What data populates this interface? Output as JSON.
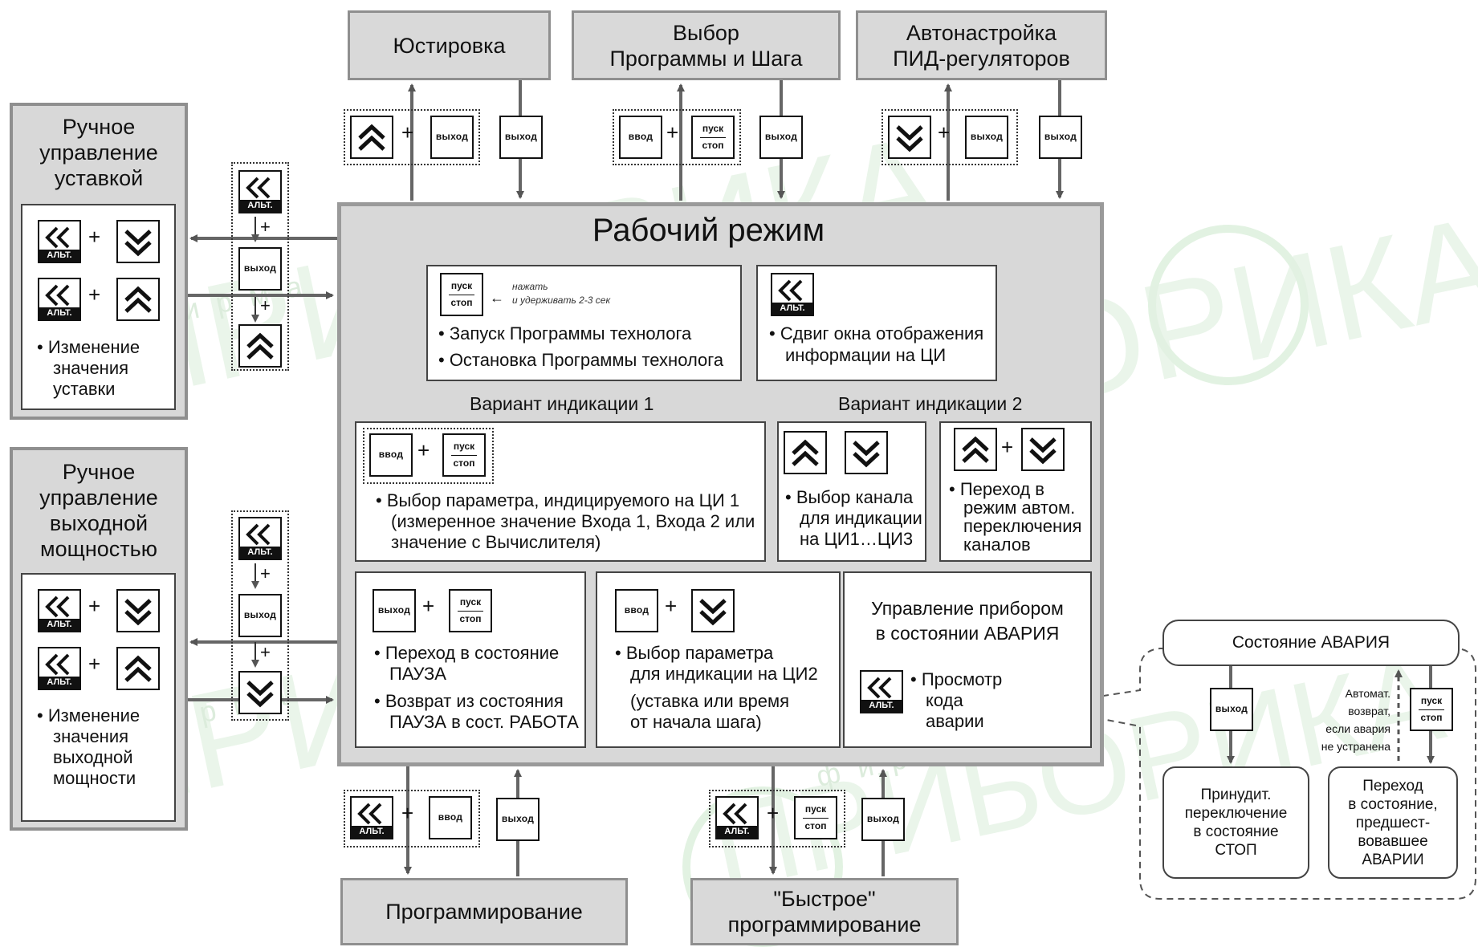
{
  "modes": {
    "adjust": "Юстировка",
    "select_line1": "Выбор",
    "select_line2": "Программы и Шага",
    "autotune_line1": "Автонастройка",
    "autotune_line2": "ПИД-регуляторов",
    "programming": "Программирование",
    "fast_line1": "\"Быстрое\"",
    "fast_line2": "программирование"
  },
  "keys": {
    "vyhod": "выход",
    "vvod": "ввод",
    "pusk": "пуск",
    "stop": "стоп",
    "alt": "АЛЬТ."
  },
  "work": {
    "title": "Рабочий режим",
    "hold_hint_1": "нажать",
    "hold_hint_2": "и удерживать 2-3 сек",
    "start_prog": "• Запуск Программы технолога",
    "stop_prog": "• Остановка Программы технолога",
    "shift_1": "• Сдвиг окна отображения",
    "shift_2": "информации на ЦИ",
    "variant1": "Вариант индикации 1",
    "variant2": "Вариант индикации 2",
    "v1_line1": "• Выбор параметра, индицируемого на ЦИ 1",
    "v1_line2": "(измеренное значение Входа 1, Входа 2 или",
    "v1_line3": "значение с Вычислителя)",
    "ch_line1": "• Выбор канала",
    "ch_line2": "для индикации",
    "ch_line3": "на ЦИ1…ЦИ3",
    "auto_line1": "• Переход в",
    "auto_line2": "режим автом.",
    "auto_line3": "переключения",
    "auto_line4": "каналов",
    "pause_line1": "• Переход в состояние",
    "pause_line2": "ПАУЗА",
    "pause_line3": "• Возврат из состояния",
    "pause_line4": "ПАУЗА в сост. РАБОТА",
    "ci2_line1": "• Выбор параметра",
    "ci2_line2": "для индикации на ЦИ2",
    "ci2_line3": "(уставка или время",
    "ci2_line4": "от начала шага)",
    "alarm_ctrl_1": "Управление прибором",
    "alarm_ctrl_2": "в состоянии АВАРИЯ",
    "view_1": "• Просмотр",
    "view_2": "кода",
    "view_3": "аварии"
  },
  "left": {
    "setpoint_title_1": "Ручное",
    "setpoint_title_2": "управление",
    "setpoint_title_3": "уставкой",
    "setpoint_change_1": "• Изменение",
    "setpoint_change_2": "значения",
    "setpoint_change_3": "уставки",
    "power_title_1": "Ручное",
    "power_title_2": "управление",
    "power_title_3": "выходной",
    "power_title_4": "мощностью",
    "power_change_1": "• Изменение",
    "power_change_2": "значения",
    "power_change_3": "выходной",
    "power_change_4": "мощности"
  },
  "alarm": {
    "state": "Состояние АВАРИЯ",
    "auto_1": "Автомат.",
    "auto_2": "возврат,",
    "auto_3": "если авария",
    "auto_4": "не устранена",
    "forced_1": "Принудит.",
    "forced_2": "переключение",
    "forced_3": "в состояние",
    "forced_4": "СТОП",
    "return_1": "Переход",
    "return_2": "в состояние,",
    "return_3": "предшест-",
    "return_4": "вовавшее",
    "return_5": "АВАРИИ"
  },
  "watermark": {
    "brand": "ПРИБОРИКА",
    "firm": "фирма"
  },
  "colors": {
    "mode_fill": "#d9d9d9",
    "mode_border": "#8f8f8f",
    "line": "#555555",
    "watermark": "#cfe8cf"
  }
}
